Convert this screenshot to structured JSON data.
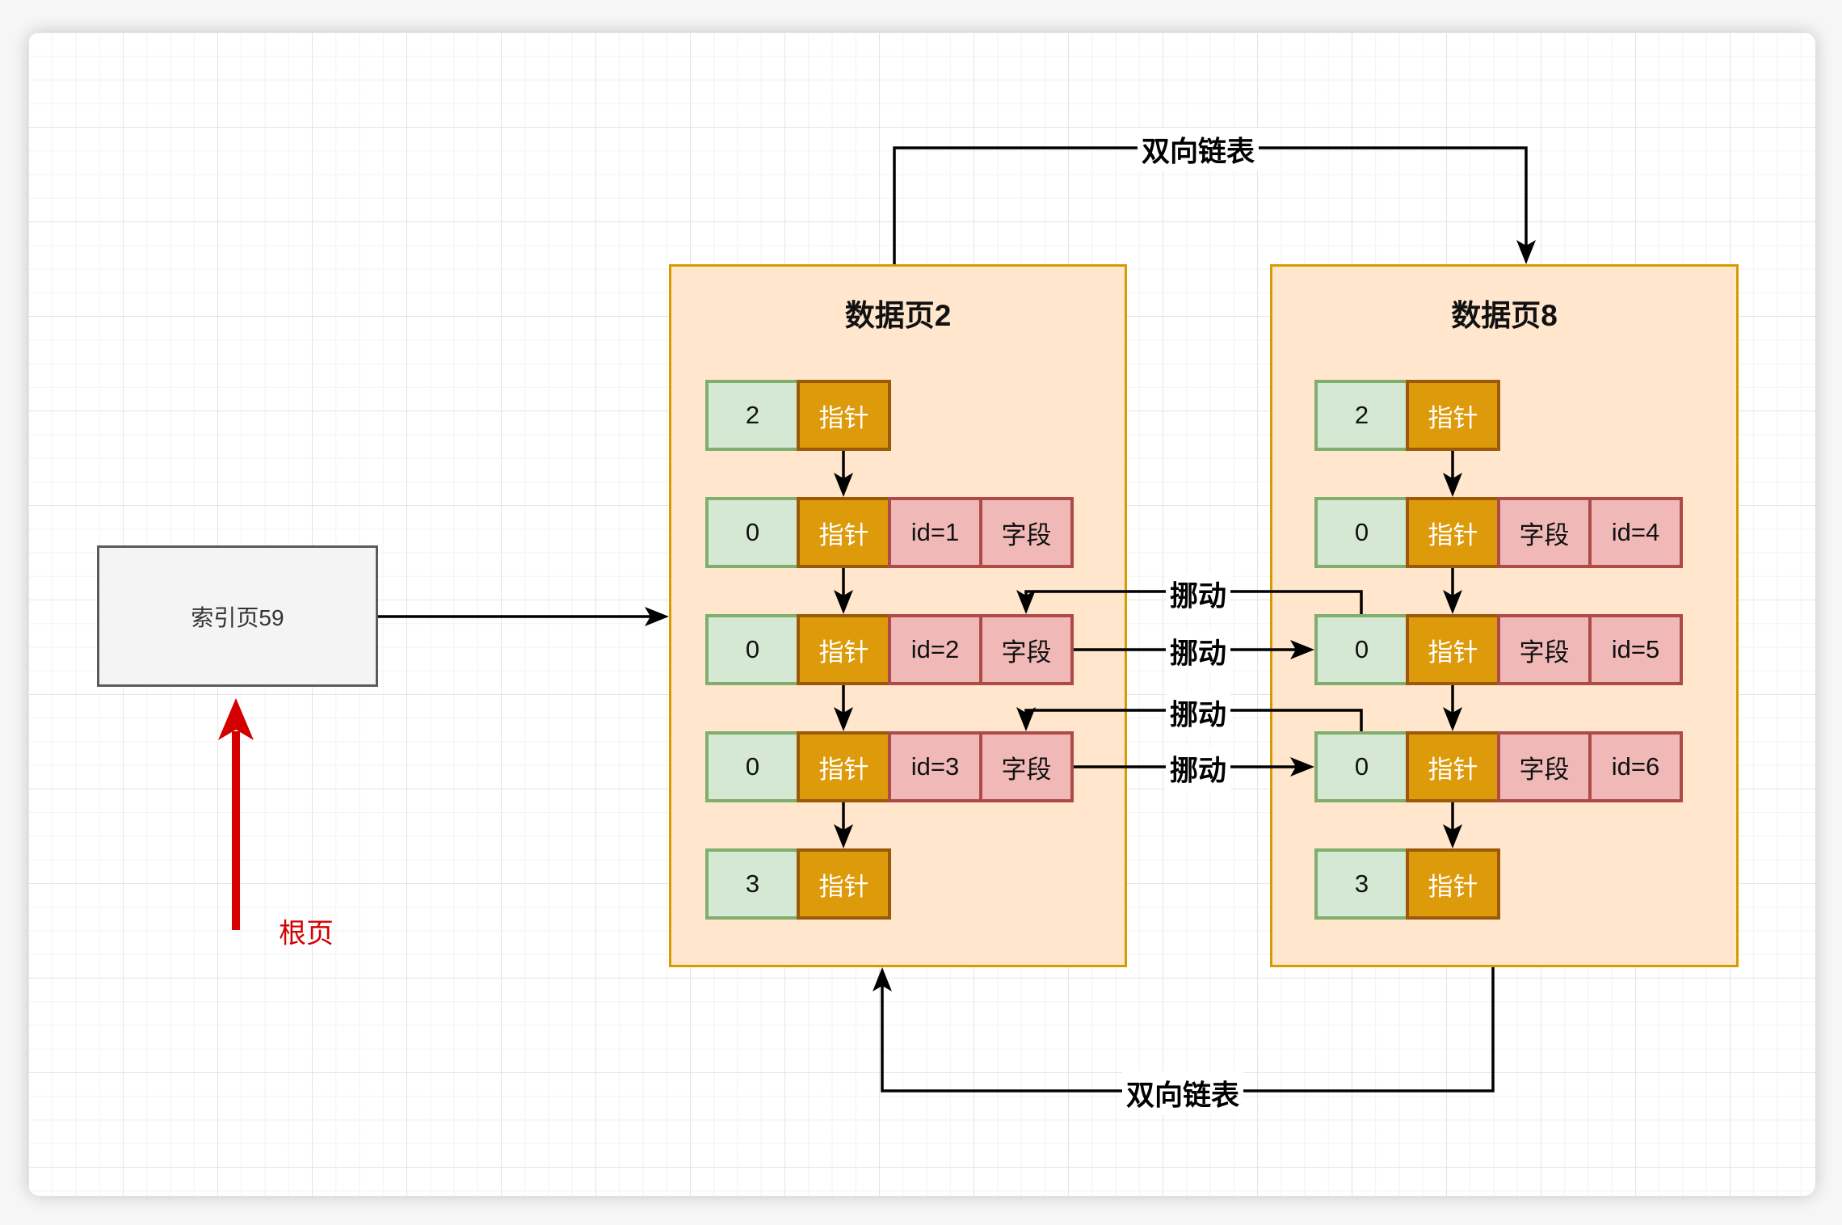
{
  "index_page": {
    "label": "索引页59"
  },
  "annotations": {
    "root_page": "根页",
    "dll_top": "双向链表",
    "dll_bottom": "双向链表",
    "moves": [
      "挪动",
      "挪动",
      "挪动",
      "挪动"
    ]
  },
  "pages": [
    {
      "title": "数据页2",
      "rows": [
        {
          "cells": [
            {
              "type": "green",
              "text": "2"
            },
            {
              "type": "orange",
              "text": "指针"
            }
          ]
        },
        {
          "cells": [
            {
              "type": "green",
              "text": "0"
            },
            {
              "type": "orange",
              "text": "指针"
            },
            {
              "type": "pink",
              "text": "id=1"
            },
            {
              "type": "pink",
              "text": "字段"
            }
          ]
        },
        {
          "cells": [
            {
              "type": "green",
              "text": "0"
            },
            {
              "type": "orange",
              "text": "指针"
            },
            {
              "type": "pink",
              "text": "id=2"
            },
            {
              "type": "pink",
              "text": "字段"
            }
          ]
        },
        {
          "cells": [
            {
              "type": "green",
              "text": "0"
            },
            {
              "type": "orange",
              "text": "指针"
            },
            {
              "type": "pink",
              "text": "id=3"
            },
            {
              "type": "pink",
              "text": "字段"
            }
          ]
        },
        {
          "cells": [
            {
              "type": "green",
              "text": "3"
            },
            {
              "type": "orange",
              "text": "指针"
            }
          ]
        }
      ]
    },
    {
      "title": "数据页8",
      "rows": [
        {
          "cells": [
            {
              "type": "green",
              "text": "2"
            },
            {
              "type": "orange",
              "text": "指针"
            }
          ]
        },
        {
          "cells": [
            {
              "type": "green",
              "text": "0"
            },
            {
              "type": "orange",
              "text": "指针"
            },
            {
              "type": "pink",
              "text": "字段"
            },
            {
              "type": "pink",
              "text": "id=4"
            }
          ]
        },
        {
          "cells": [
            {
              "type": "green",
              "text": "0"
            },
            {
              "type": "orange",
              "text": "指针"
            },
            {
              "type": "pink",
              "text": "字段"
            },
            {
              "type": "pink",
              "text": "id=5"
            }
          ]
        },
        {
          "cells": [
            {
              "type": "green",
              "text": "0"
            },
            {
              "type": "orange",
              "text": "指针"
            },
            {
              "type": "pink",
              "text": "字段"
            },
            {
              "type": "pink",
              "text": "id=6"
            }
          ]
        },
        {
          "cells": [
            {
              "type": "green",
              "text": "3"
            },
            {
              "type": "orange",
              "text": "指针"
            }
          ]
        }
      ]
    }
  ],
  "colors": {
    "canvas_bg": "#ffffff",
    "outer_bg": "#f6f6f7",
    "grid_minor": "#f2f2f2",
    "grid_major": "#e4e4e4",
    "page_fill": "#ffe6cc",
    "page_stroke": "#d79b00",
    "green_fill": "#d5e8d4",
    "green_stroke": "#7fae6d",
    "orange_fill": "#dd9a0a",
    "orange_stroke": "#9a5a0a",
    "pink_fill": "#f0b9b7",
    "pink_stroke": "#ae4b48",
    "index_fill": "#f4f4f4",
    "index_stroke": "#5b5b5b",
    "line_color": "#000000",
    "root_arrow_color": "#d40000"
  }
}
